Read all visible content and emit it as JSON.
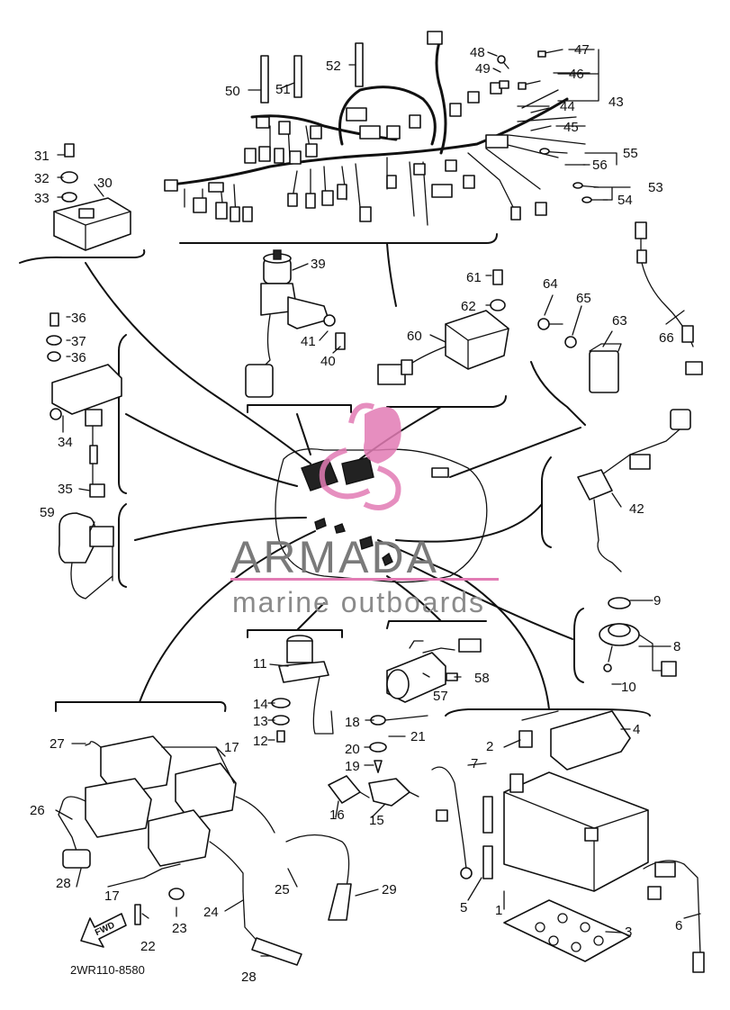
{
  "diagram_code": "2WR110-8580",
  "watermark": {
    "title": "ARMADA",
    "subtitle": "marine outboards",
    "accent_color": "#e27bb4"
  },
  "direction_badge": "FWD",
  "callouts": {
    "c1": "1",
    "c2": "2",
    "c3": "3",
    "c4": "4",
    "c5": "5",
    "c6": "6",
    "c7": "7",
    "c8": "8",
    "c9": "9",
    "c10": "10",
    "c11": "11",
    "c12": "12",
    "c13": "13",
    "c14": "14",
    "c15": "15",
    "c16": "16",
    "c17a": "17",
    "c17b": "17",
    "c18": "18",
    "c19": "19",
    "c20": "20",
    "c21": "21",
    "c22": "22",
    "c23": "23",
    "c24": "24",
    "c25": "25",
    "c26": "26",
    "c27": "27",
    "c28a": "28",
    "c28b": "28",
    "c29": "29",
    "c30": "30",
    "c31": "31",
    "c32": "32",
    "c33": "33",
    "c34": "34",
    "c35": "35",
    "c36a": "36",
    "c36b": "36",
    "c37": "37",
    "c39": "39",
    "c40": "40",
    "c41": "41",
    "c42": "42",
    "c43": "43",
    "c44": "44",
    "c45": "45",
    "c46": "46",
    "c47": "47",
    "c48": "48",
    "c49": "49",
    "c50": "50",
    "c51": "51",
    "c52": "52",
    "c53": "53",
    "c54": "54",
    "c55": "55",
    "c56": "56",
    "c57": "57",
    "c58": "58",
    "c59": "59",
    "c60": "60",
    "c61": "61",
    "c62": "62",
    "c63": "63",
    "c64": "64",
    "c65": "65",
    "c66": "66"
  }
}
